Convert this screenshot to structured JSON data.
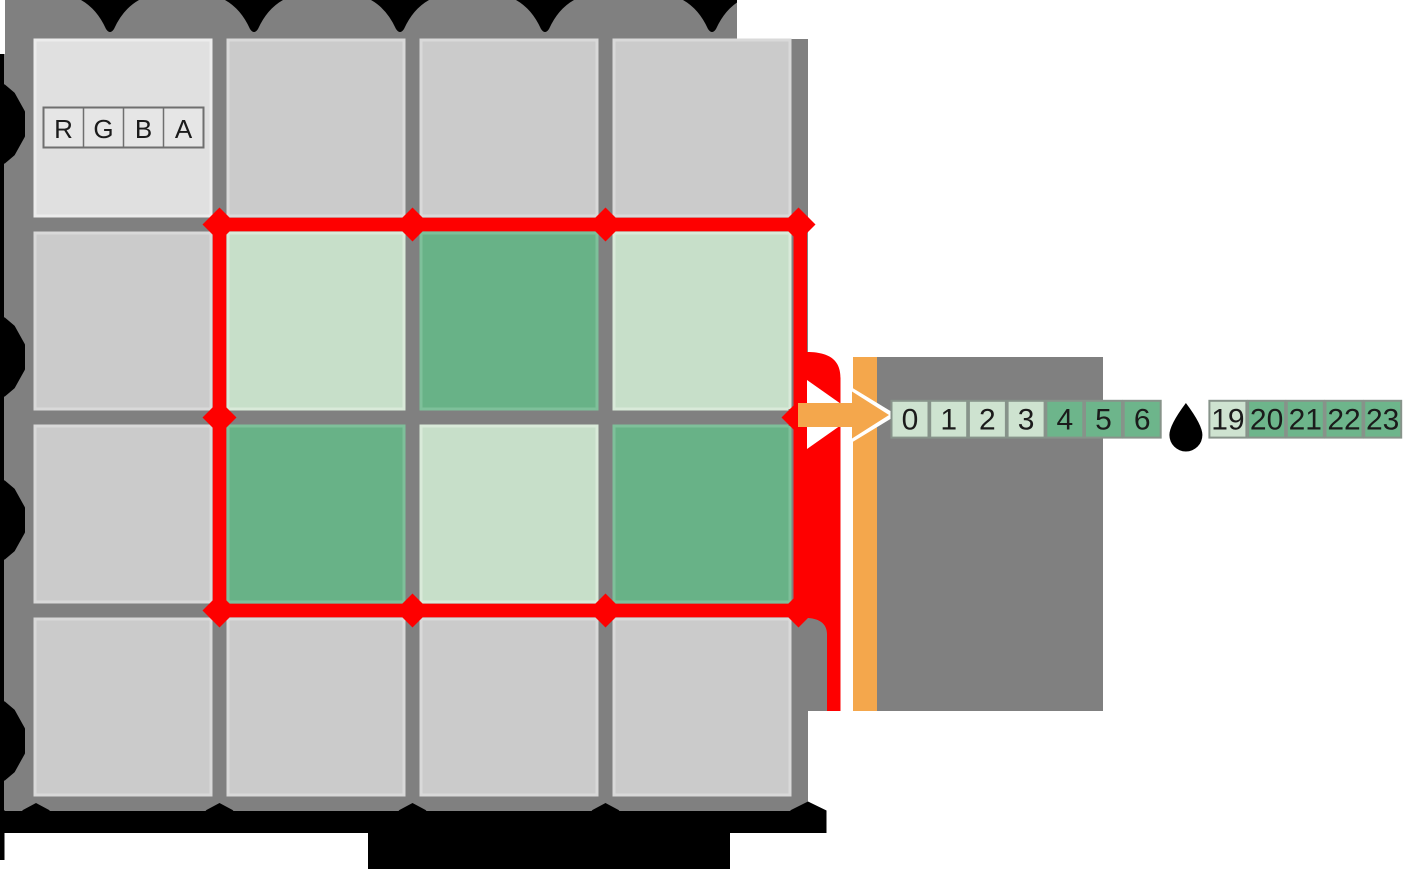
{
  "colors": {
    "background": "#ffffff",
    "panel_gray": "#808080",
    "black": "#000000",
    "white": "#ffffff",
    "red": "#fe0000",
    "orange": "#f4a74c",
    "cell_gray": "#cbcbcb",
    "cell_gray_edge": "#d9d9d9",
    "cell_origin": "#e0e0e0",
    "cell_origin_edge": "#ececec",
    "green_light": "#c7dfc9",
    "green_light_edge": "#d9ead9",
    "green_dark": "#68b287",
    "green_dark_edge": "#7ec09a",
    "buffer_green_light": "#cee3d0",
    "buffer_green_dark": "#6db58b",
    "buffer_cell_border": "#87938a",
    "box_border": "#6f6f6f",
    "box_fill": "#e6e6e6",
    "text_dark": "#1b1b1b"
  },
  "texture": {
    "channel_labels": [
      "R",
      "G",
      "B",
      "A"
    ],
    "grid_cells": [
      [
        "origin",
        "plain",
        "plain",
        "plain"
      ],
      [
        "plain",
        "light",
        "dark",
        "light"
      ],
      [
        "plain",
        "dark",
        "light",
        "dark"
      ],
      [
        "plain",
        "plain",
        "plain",
        "plain"
      ]
    ]
  },
  "buffer": {
    "cells": [
      {
        "label": "0",
        "tone": "light"
      },
      {
        "label": "1",
        "tone": "light"
      },
      {
        "label": "2",
        "tone": "light"
      },
      {
        "label": "3",
        "tone": "light"
      },
      {
        "label": "4",
        "tone": "dark"
      },
      {
        "label": "5",
        "tone": "dark"
      },
      {
        "label": "6",
        "tone": "dark"
      },
      {
        "type": "gap"
      },
      {
        "label": "19",
        "tone": "light"
      },
      {
        "label": "20",
        "tone": "dark"
      },
      {
        "label": "21",
        "tone": "dark"
      },
      {
        "label": "22",
        "tone": "dark"
      },
      {
        "label": "23",
        "tone": "dark"
      }
    ]
  }
}
